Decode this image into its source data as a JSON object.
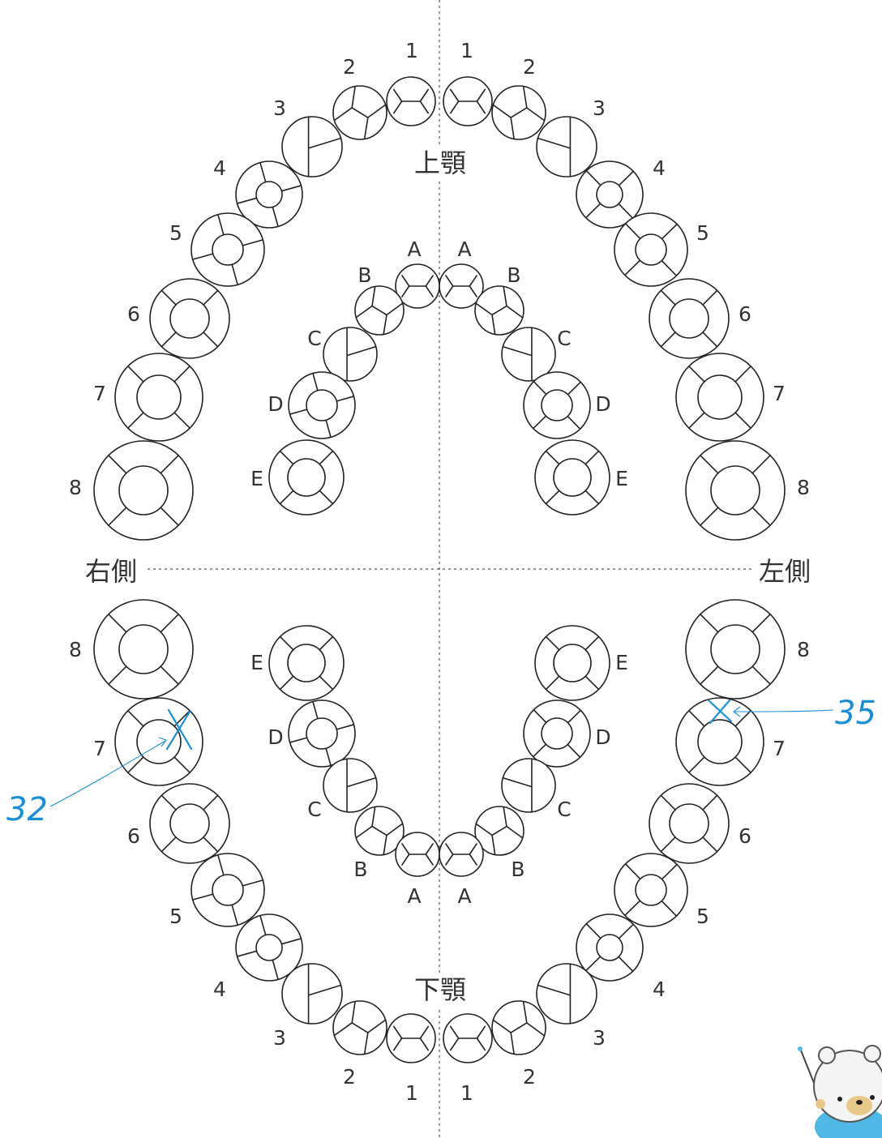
{
  "jaw_labels": {
    "upper": "上顎",
    "lower": "下顎"
  },
  "side_labels": {
    "right": "右側",
    "left": "左側"
  },
  "annotations": [
    {
      "id": "annot-32",
      "text": "32"
    },
    {
      "id": "annot-35",
      "text": "35"
    }
  ],
  "colors": {
    "ink": "#222222",
    "annotation": "#1a8fd6",
    "mascot": "#4fb8e6"
  },
  "upper_permanent": [
    {
      "side": "right",
      "label": "1"
    },
    {
      "side": "right",
      "label": "2"
    },
    {
      "side": "right",
      "label": "3"
    },
    {
      "side": "right",
      "label": "4"
    },
    {
      "side": "right",
      "label": "5"
    },
    {
      "side": "right",
      "label": "6"
    },
    {
      "side": "right",
      "label": "7"
    },
    {
      "side": "right",
      "label": "8"
    },
    {
      "side": "left",
      "label": "1"
    },
    {
      "side": "left",
      "label": "2"
    },
    {
      "side": "left",
      "label": "3"
    },
    {
      "side": "left",
      "label": "4"
    },
    {
      "side": "left",
      "label": "5"
    },
    {
      "side": "left",
      "label": "6"
    },
    {
      "side": "left",
      "label": "7"
    },
    {
      "side": "left",
      "label": "8"
    }
  ],
  "upper_primary": [
    {
      "side": "right",
      "label": "A"
    },
    {
      "side": "right",
      "label": "B"
    },
    {
      "side": "right",
      "label": "C"
    },
    {
      "side": "right",
      "label": "D"
    },
    {
      "side": "right",
      "label": "E"
    },
    {
      "side": "left",
      "label": "A"
    },
    {
      "side": "left",
      "label": "B"
    },
    {
      "side": "left",
      "label": "C"
    },
    {
      "side": "left",
      "label": "D"
    },
    {
      "side": "left",
      "label": "E"
    }
  ],
  "lower_permanent": [
    {
      "side": "right",
      "label": "8"
    },
    {
      "side": "right",
      "label": "7"
    },
    {
      "side": "right",
      "label": "6"
    },
    {
      "side": "right",
      "label": "5"
    },
    {
      "side": "right",
      "label": "4"
    },
    {
      "side": "right",
      "label": "3"
    },
    {
      "side": "right",
      "label": "2"
    },
    {
      "side": "right",
      "label": "1"
    },
    {
      "side": "left",
      "label": "8"
    },
    {
      "side": "left",
      "label": "7"
    },
    {
      "side": "left",
      "label": "6"
    },
    {
      "side": "left",
      "label": "5"
    },
    {
      "side": "left",
      "label": "4"
    },
    {
      "side": "left",
      "label": "3"
    },
    {
      "side": "left",
      "label": "2"
    },
    {
      "side": "left",
      "label": "1"
    }
  ],
  "lower_primary": [
    {
      "side": "right",
      "label": "E"
    },
    {
      "side": "right",
      "label": "D"
    },
    {
      "side": "right",
      "label": "C"
    },
    {
      "side": "right",
      "label": "B"
    },
    {
      "side": "right",
      "label": "A"
    },
    {
      "side": "left",
      "label": "E"
    },
    {
      "side": "left",
      "label": "D"
    },
    {
      "side": "left",
      "label": "C"
    },
    {
      "side": "left",
      "label": "B"
    },
    {
      "side": "left",
      "label": "A"
    }
  ]
}
